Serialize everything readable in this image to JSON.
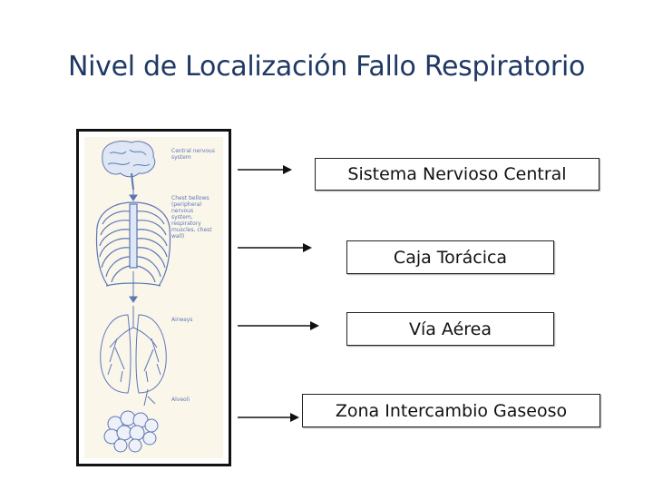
{
  "title": "Nivel de Localización Fallo Respiratorio",
  "figure": {
    "labels": [
      [
        "Central nervous",
        "system"
      ],
      [
        "Chest bellows",
        "(peripheral nervous",
        "system, respiratory",
        "muscles, chest wall)"
      ],
      [
        "Airways"
      ],
      [
        "Alveoli"
      ]
    ]
  },
  "boxes": [
    {
      "label": "Sistema Nervioso Central"
    },
    {
      "label": "Caja Torácica"
    },
    {
      "label": "Vía Aérea"
    },
    {
      "label": "Zona Intercambio Gaseoso"
    }
  ]
}
